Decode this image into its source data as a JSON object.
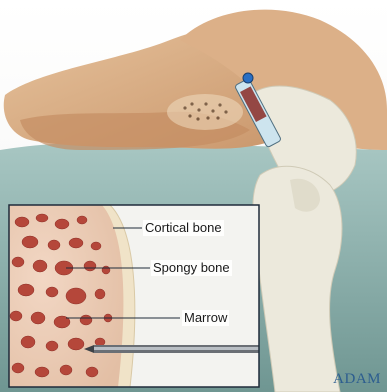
{
  "labels": {
    "cortical": "Cortical bone",
    "spongy": "Spongy bone",
    "marrow": "Marrow"
  },
  "logo": "ADAM",
  "colors": {
    "skin": "#d9b38c",
    "sheet": "#8fb3b0",
    "glove": "#e9e6d8",
    "bone": "#efe6d2",
    "marrow": "#b5473a",
    "outline": "#1f2b3a"
  },
  "icons": [
    "syringe-icon",
    "needle-icon"
  ]
}
